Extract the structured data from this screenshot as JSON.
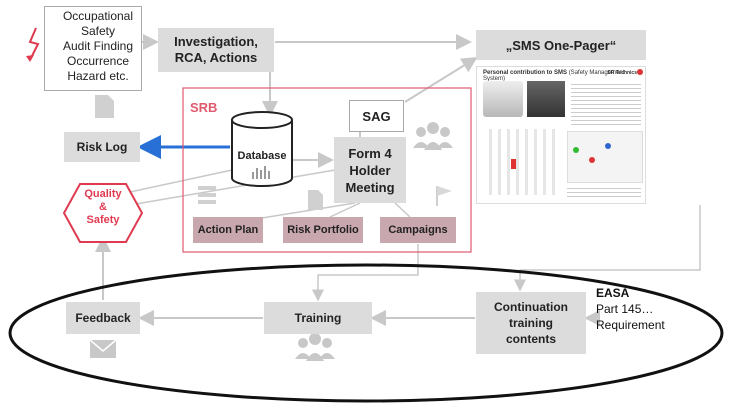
{
  "sources": {
    "line1": "Occupational",
    "line2": "Safety",
    "line3": "Audit Finding",
    "line4": "Occurrence",
    "line5": "Hazard etc."
  },
  "investigation": {
    "line1": "Investigation,",
    "line2": "RCA, Actions"
  },
  "sms_one_pager": "„SMS One-Pager“",
  "srb_label": "SRB",
  "sag": "SAG",
  "risk_log": "Risk Log",
  "database": "Database",
  "form4": {
    "line1": "Form 4",
    "line2": "Holder",
    "line3": "Meeting"
  },
  "quality_safety": {
    "line1": "Quality",
    "line2": "&",
    "line3": "Safety"
  },
  "action_plan": "Action Plan",
  "risk_portfolio": "Risk Portfolio",
  "campaigns": "Campaigns",
  "feedback": "Feedback",
  "training": "Training",
  "continuation": {
    "line1": "Continuation",
    "line2": "training",
    "line3": "contents"
  },
  "easa": {
    "line1": "EASA",
    "line2": "Part 145…",
    "line3": "Requirement"
  },
  "thumbnail": {
    "title": "Personal contribution to SMS",
    "subtitle": "(Safety Management System)",
    "brand": "SR Technics"
  },
  "colors": {
    "srb_red": "#e05a6e",
    "blue_arrow": "#2970d6",
    "gray_box": "#dcdcdc",
    "pink_box": "#c9a7ae"
  }
}
